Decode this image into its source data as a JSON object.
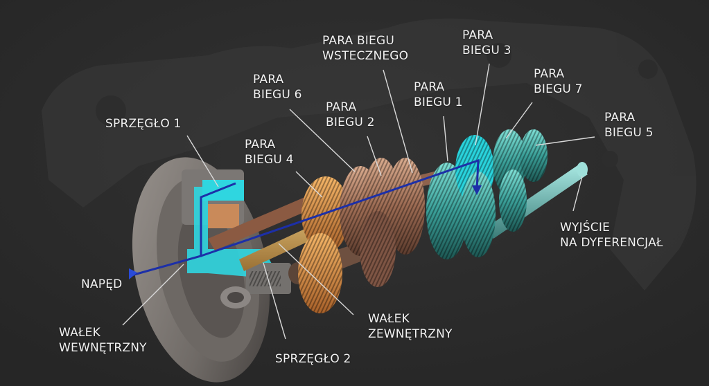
{
  "diagram": {
    "title": "Dual-clutch transmission cutaway",
    "colors": {
      "background": "#2a2a2a",
      "housing_ghost": "#3a3a3a",
      "label_text": "#f2f2f2",
      "leader_line": "#d8d8d8",
      "clutch_cyan": "#2fd6e0",
      "flow_arrow_blue": "#1c2fa8",
      "odd_gears_teal": "#3fb9b0",
      "even_gears_copper": "#b9856a",
      "gear4_orange": "#e59a4a",
      "flywheel_grey": "#8a8580"
    },
    "labels": [
      {
        "id": "sprzeglo1",
        "lines": [
          "SPRZĘGŁO 1"
        ]
      },
      {
        "id": "para4",
        "lines": [
          "PARA",
          "BIEGU 4"
        ]
      },
      {
        "id": "para6",
        "lines": [
          "PARA",
          "BIEGU 6"
        ]
      },
      {
        "id": "para2",
        "lines": [
          "PARA",
          "BIEGU 2"
        ]
      },
      {
        "id": "wsteczny",
        "lines": [
          "PARA BIEGU",
          "WSTECZNEGO"
        ]
      },
      {
        "id": "para1",
        "lines": [
          "PARA",
          "BIEGU 1"
        ]
      },
      {
        "id": "para3",
        "lines": [
          "PARA",
          "BIEGU 3"
        ]
      },
      {
        "id": "para7",
        "lines": [
          "PARA",
          "BIEGU 7"
        ]
      },
      {
        "id": "para5",
        "lines": [
          "PARA",
          "BIEGU 5"
        ]
      },
      {
        "id": "wyjscie",
        "lines": [
          "WYJŚCIE",
          "NA DYFERENCJAŁ"
        ]
      },
      {
        "id": "naped",
        "lines": [
          "NAPĘD"
        ]
      },
      {
        "id": "walek_wewn",
        "lines": [
          "WAŁEK",
          "WEWNĘTRZNY"
        ]
      },
      {
        "id": "sprzeglo2",
        "lines": [
          "SPRZĘGŁO 2"
        ]
      },
      {
        "id": "walek_zewn",
        "lines": [
          "WAŁEK",
          "ZEWNĘTRZNY"
        ]
      }
    ]
  }
}
